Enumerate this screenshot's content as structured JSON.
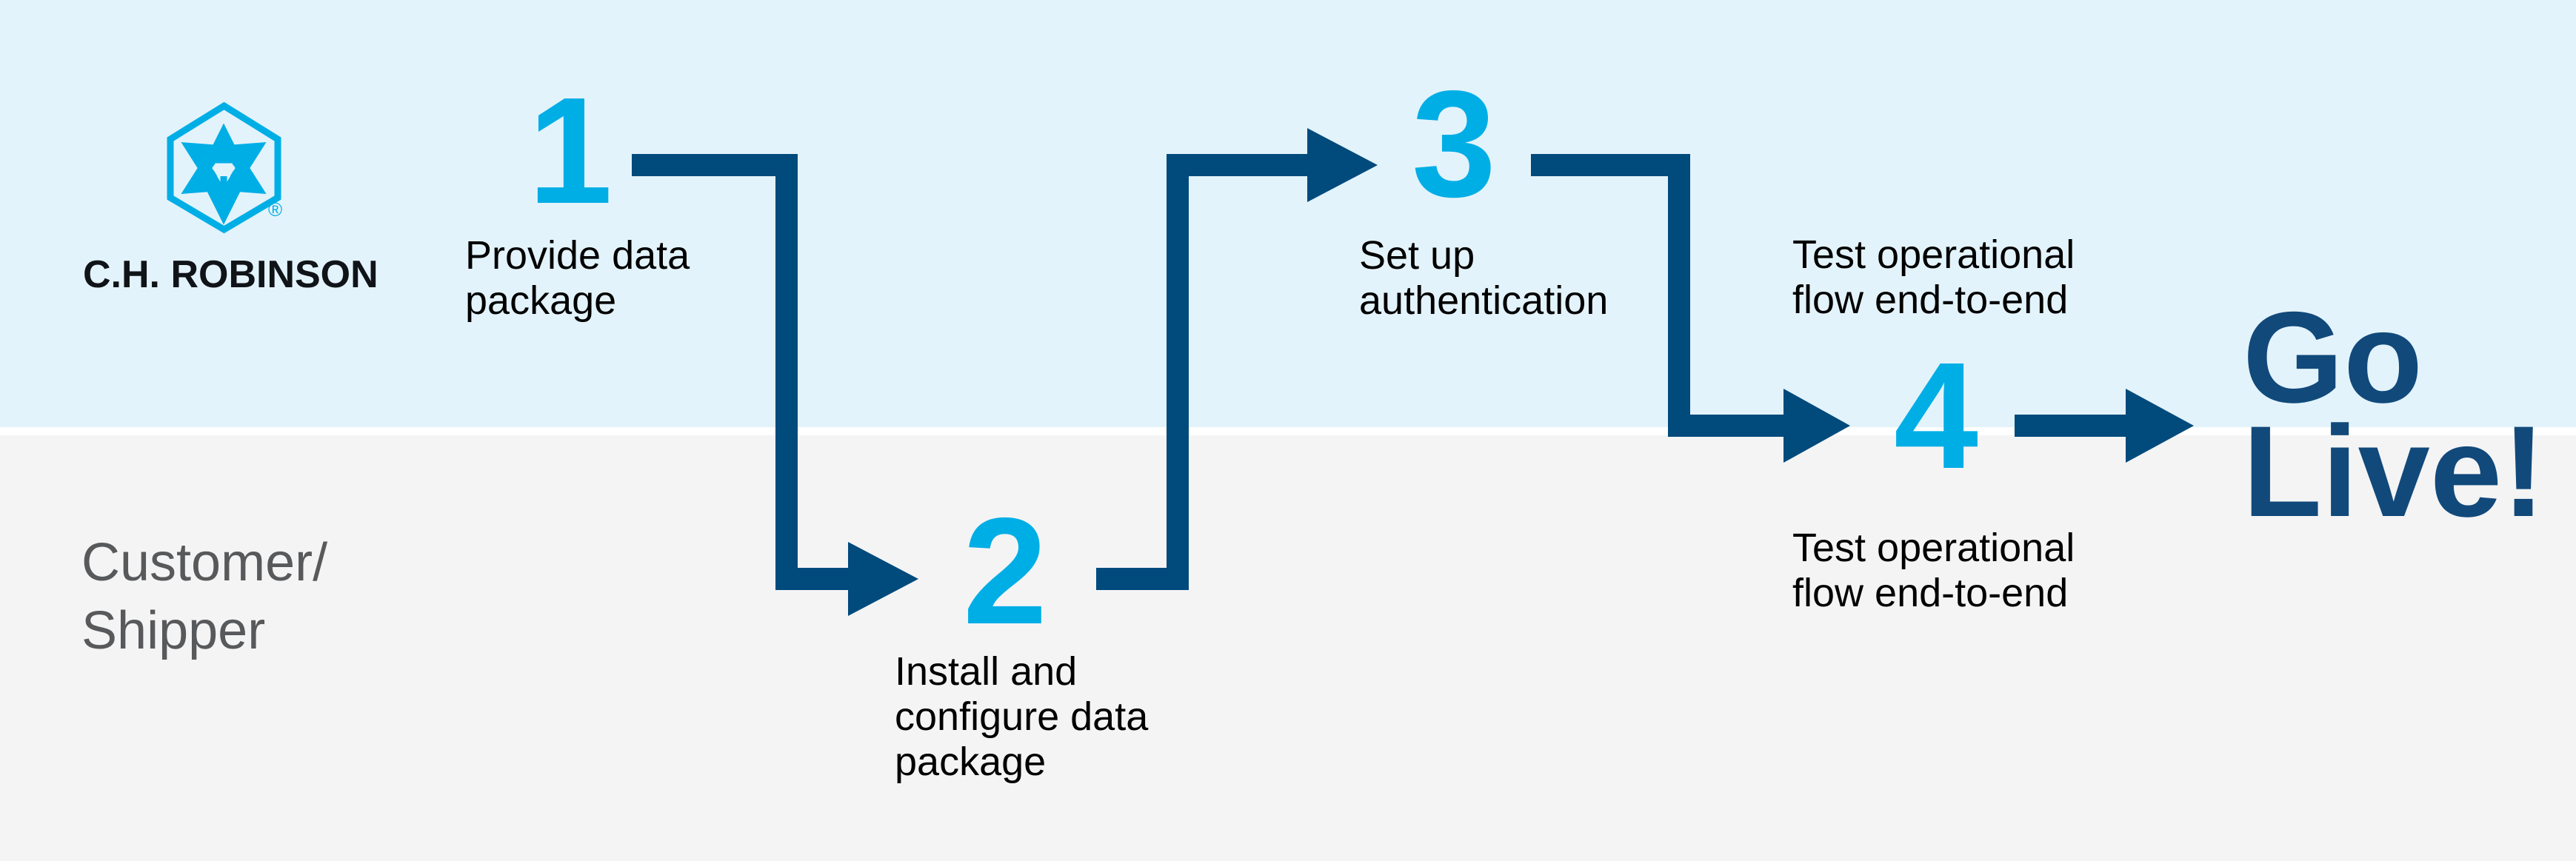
{
  "logo": {
    "wordmark": "C.H. ROBINSON",
    "registered": "®",
    "icon": "hexagon-arrows-icon"
  },
  "lane_label": "Customer/\nShipper",
  "steps": [
    {
      "number": "1",
      "label": "Provide data\npackage"
    },
    {
      "number": "2",
      "label": "Install and\nconfigure data\npackage"
    },
    {
      "number": "3",
      "label": "Set up\nauthentication"
    },
    {
      "number": "4",
      "label_above": "Test operational\nflow end-to-end",
      "label_below": "Test operational\nflow end-to-end"
    }
  ],
  "go_live": "Go\nLive!",
  "colors": {
    "cyan": "#00AEE6",
    "navy": "#004A7C",
    "golive_navy": "#11497B",
    "band_top": "#E3F3FB",
    "band_bottom": "#F4F4F5",
    "separator": "#FFFFFF",
    "text_black": "#000000",
    "lane_gray": "#58595B"
  }
}
